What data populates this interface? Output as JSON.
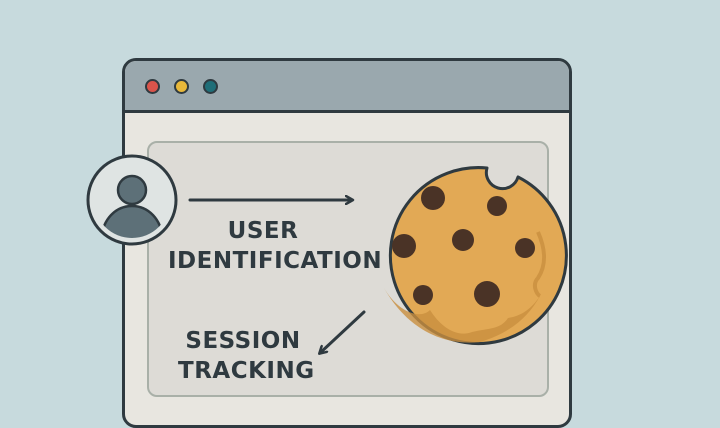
{
  "labels": {
    "user_line1": "USER",
    "user_line2": "IDENTIFICATION",
    "session_line1": "SESSION",
    "session_line2": "TRACKING"
  },
  "icons": {
    "window_buttons": [
      "red-dot",
      "yellow-dot",
      "teal-dot"
    ],
    "user": "user-avatar-icon",
    "cookie": "cookie-icon"
  },
  "colors": {
    "background": "#c7dadd",
    "window_outline": "#2f3a40",
    "title_bar": "#9aa8ae",
    "panel": "#dddbd6",
    "dot_red": "#d9544b",
    "dot_yellow": "#e8b83a",
    "dot_teal": "#1f6e78",
    "cookie": "#e2a955",
    "chips": "#4a3326"
  }
}
